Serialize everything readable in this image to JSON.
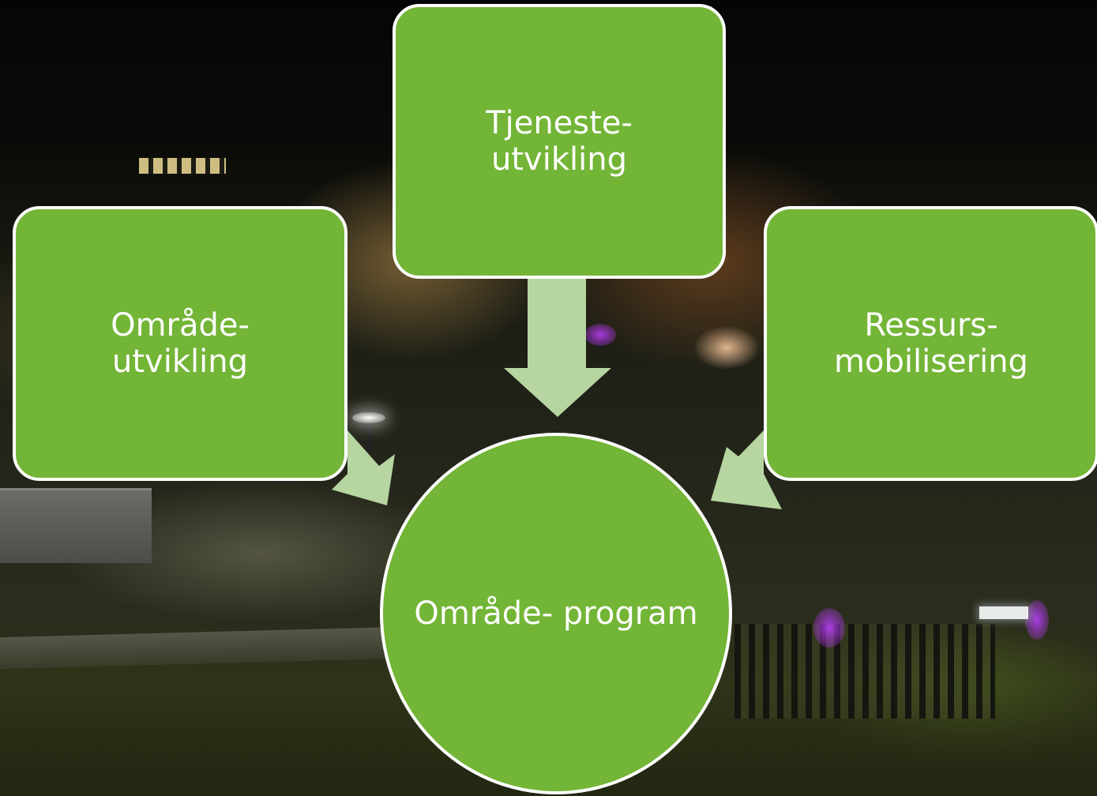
{
  "diagram": {
    "center": {
      "label_line1": "Område-",
      "label_line2": "program"
    },
    "nodes": {
      "top": {
        "label_line1": "Tjeneste-",
        "label_line2": "utvikling"
      },
      "left": {
        "label_line1": "Område-",
        "label_line2": "utvikling"
      },
      "right": {
        "label_line1": "Ressurs-",
        "label_line2": "mobilisering"
      }
    },
    "colors": {
      "node_fill": "#73b536",
      "node_border": "#ffffff",
      "arrow_fill": "#b6d5a0",
      "text": "#ffffff"
    }
  }
}
